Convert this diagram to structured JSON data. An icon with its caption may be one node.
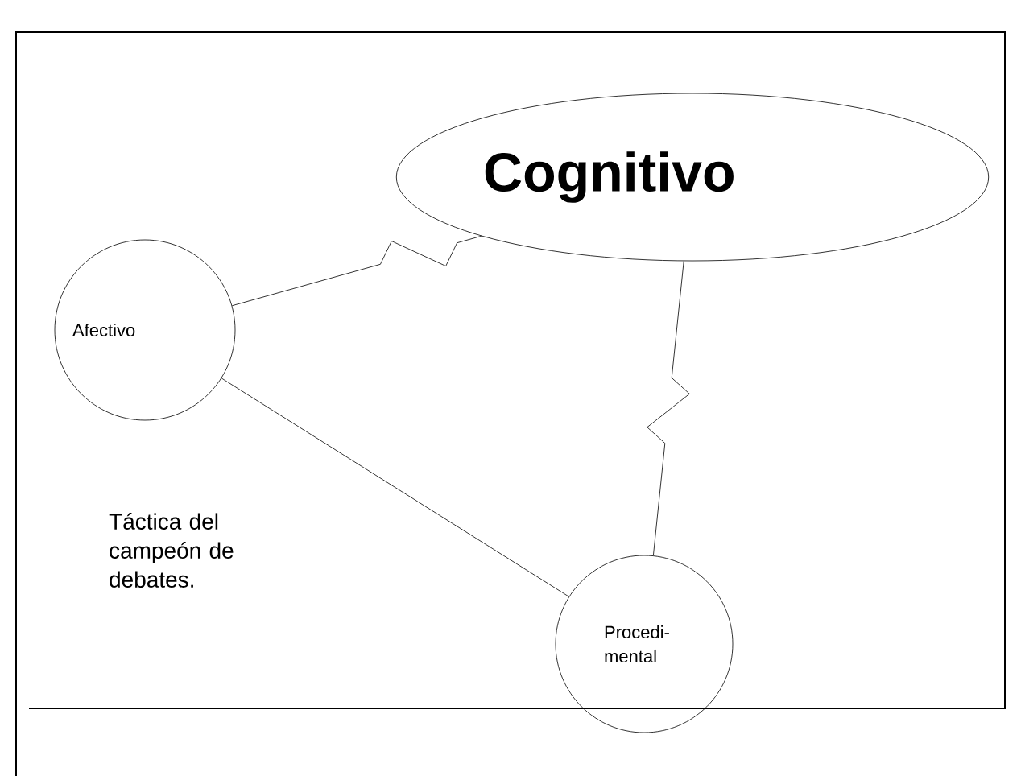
{
  "diagram": {
    "nodes": [
      {
        "text": [
          "Cognitivo"
        ]
      },
      {
        "text": [
          "Afectivo"
        ]
      },
      {
        "text": [
          "Procedi- mental"
        ]
      }
    ],
    "edges": [
      {
        "from": 1,
        "to": 0,
        "arrow": "none"
      },
      {
        "from": 0,
        "to": 2,
        "arrow": "none"
      },
      {
        "from": 1,
        "to": 2,
        "arrow": "none"
      }
    ],
    "labels": [
      "Táctica del campeón de debates."
    ]
  }
}
